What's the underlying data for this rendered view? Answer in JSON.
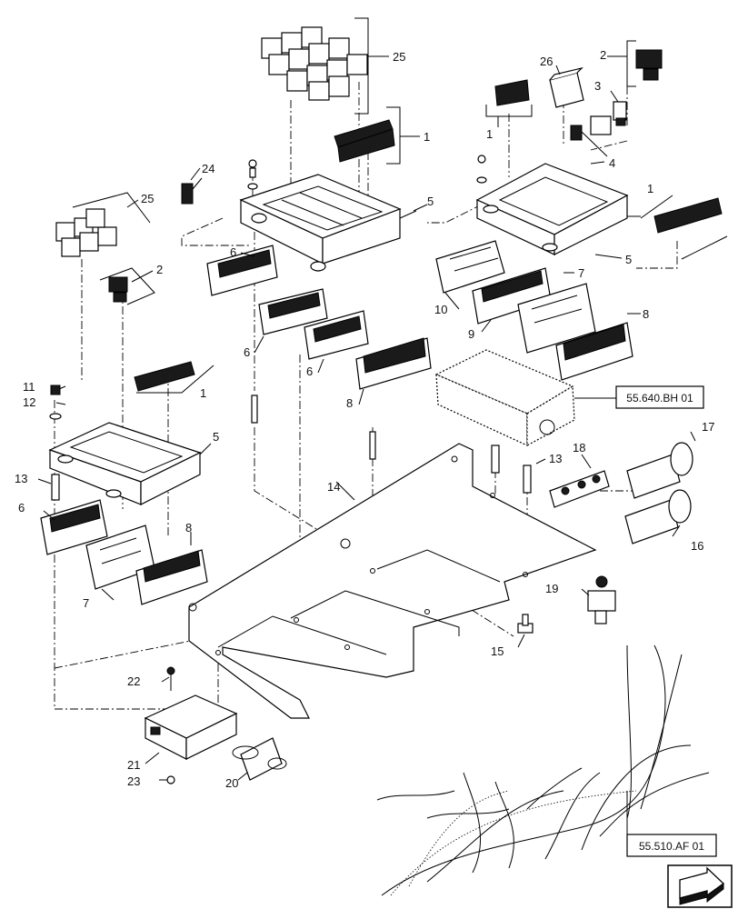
{
  "callouts": {
    "c25_top": "25",
    "c25_left": "25",
    "c26": "26",
    "c2_top": "2",
    "c2_left": "2",
    "c3": "3",
    "c4": "4",
    "c1_top": "1",
    "c1_right_small": "1",
    "c1_right": "1",
    "c1_left": "1",
    "c24": "24",
    "c5_mid": "5",
    "c5_right": "5",
    "c5_left": "5",
    "c6_a": "6",
    "c6_b": "6",
    "c6_c": "6",
    "c6_d": "6",
    "c7_right": "7",
    "c7_left": "7",
    "c8_mid": "8",
    "c8_right": "8",
    "c8_left": "8",
    "c9": "9",
    "c10": "10",
    "c11": "11",
    "c12": "12",
    "c13_left": "13",
    "c13_right": "13",
    "c14": "14",
    "c15": "15",
    "c16": "16",
    "c17": "17",
    "c18": "18",
    "c19": "19",
    "c20": "20",
    "c21": "21",
    "c22": "22",
    "c23": "23"
  },
  "references": {
    "ref_module": "55.640.BH 01",
    "ref_harness": "55.510.AF 01"
  },
  "icons": {
    "nav_arrow": "next-page-arrow-icon"
  }
}
